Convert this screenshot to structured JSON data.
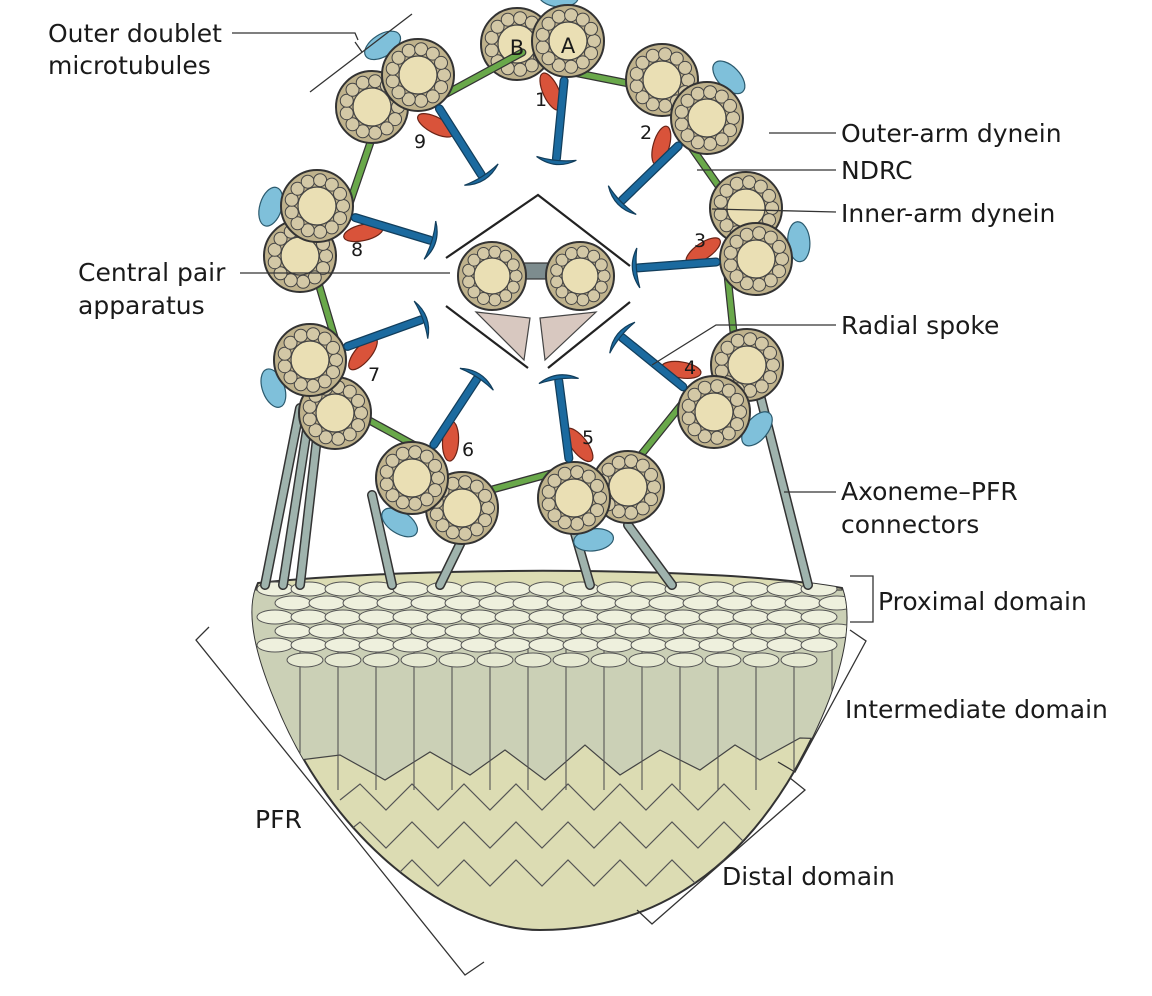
{
  "labels": {
    "outer_doublet": [
      "Outer doublet",
      "microtubules"
    ],
    "central_pair": [
      "Central pair",
      "apparatus"
    ],
    "outer_arm_dynein": "Outer-arm dynein",
    "ndrc": "NDRC",
    "inner_arm_dynein": "Inner-arm dynein",
    "radial_spoke": "Radial spoke",
    "axoneme_pfr": [
      "Axoneme–PFR",
      "connectors"
    ],
    "proximal": "Proximal domain",
    "intermediate": "Intermediate domain",
    "distal": "Distal domain",
    "pfr": "PFR"
  },
  "doublet_letters": [
    "B",
    "A"
  ],
  "doublet_numbers": [
    "1",
    "2",
    "3",
    "4",
    "5",
    "6",
    "7",
    "8",
    "9"
  ],
  "colors": {
    "tubule_fill": "#eadfb4",
    "tubule_ring": "#bfb28c",
    "tubule_bead": "#d3c8a6",
    "outer_arm_dynein": "#7fc0da",
    "inner_arm_dynein": "#d9533a",
    "ndrc": "#69a84a",
    "radial_spoke": "#1b6a9f",
    "central_projection": "#d8c8c0",
    "connector": "#9fb3ad",
    "pfr_rods": "#cbd0b6",
    "pfr_distal": "#dcdcb3"
  }
}
